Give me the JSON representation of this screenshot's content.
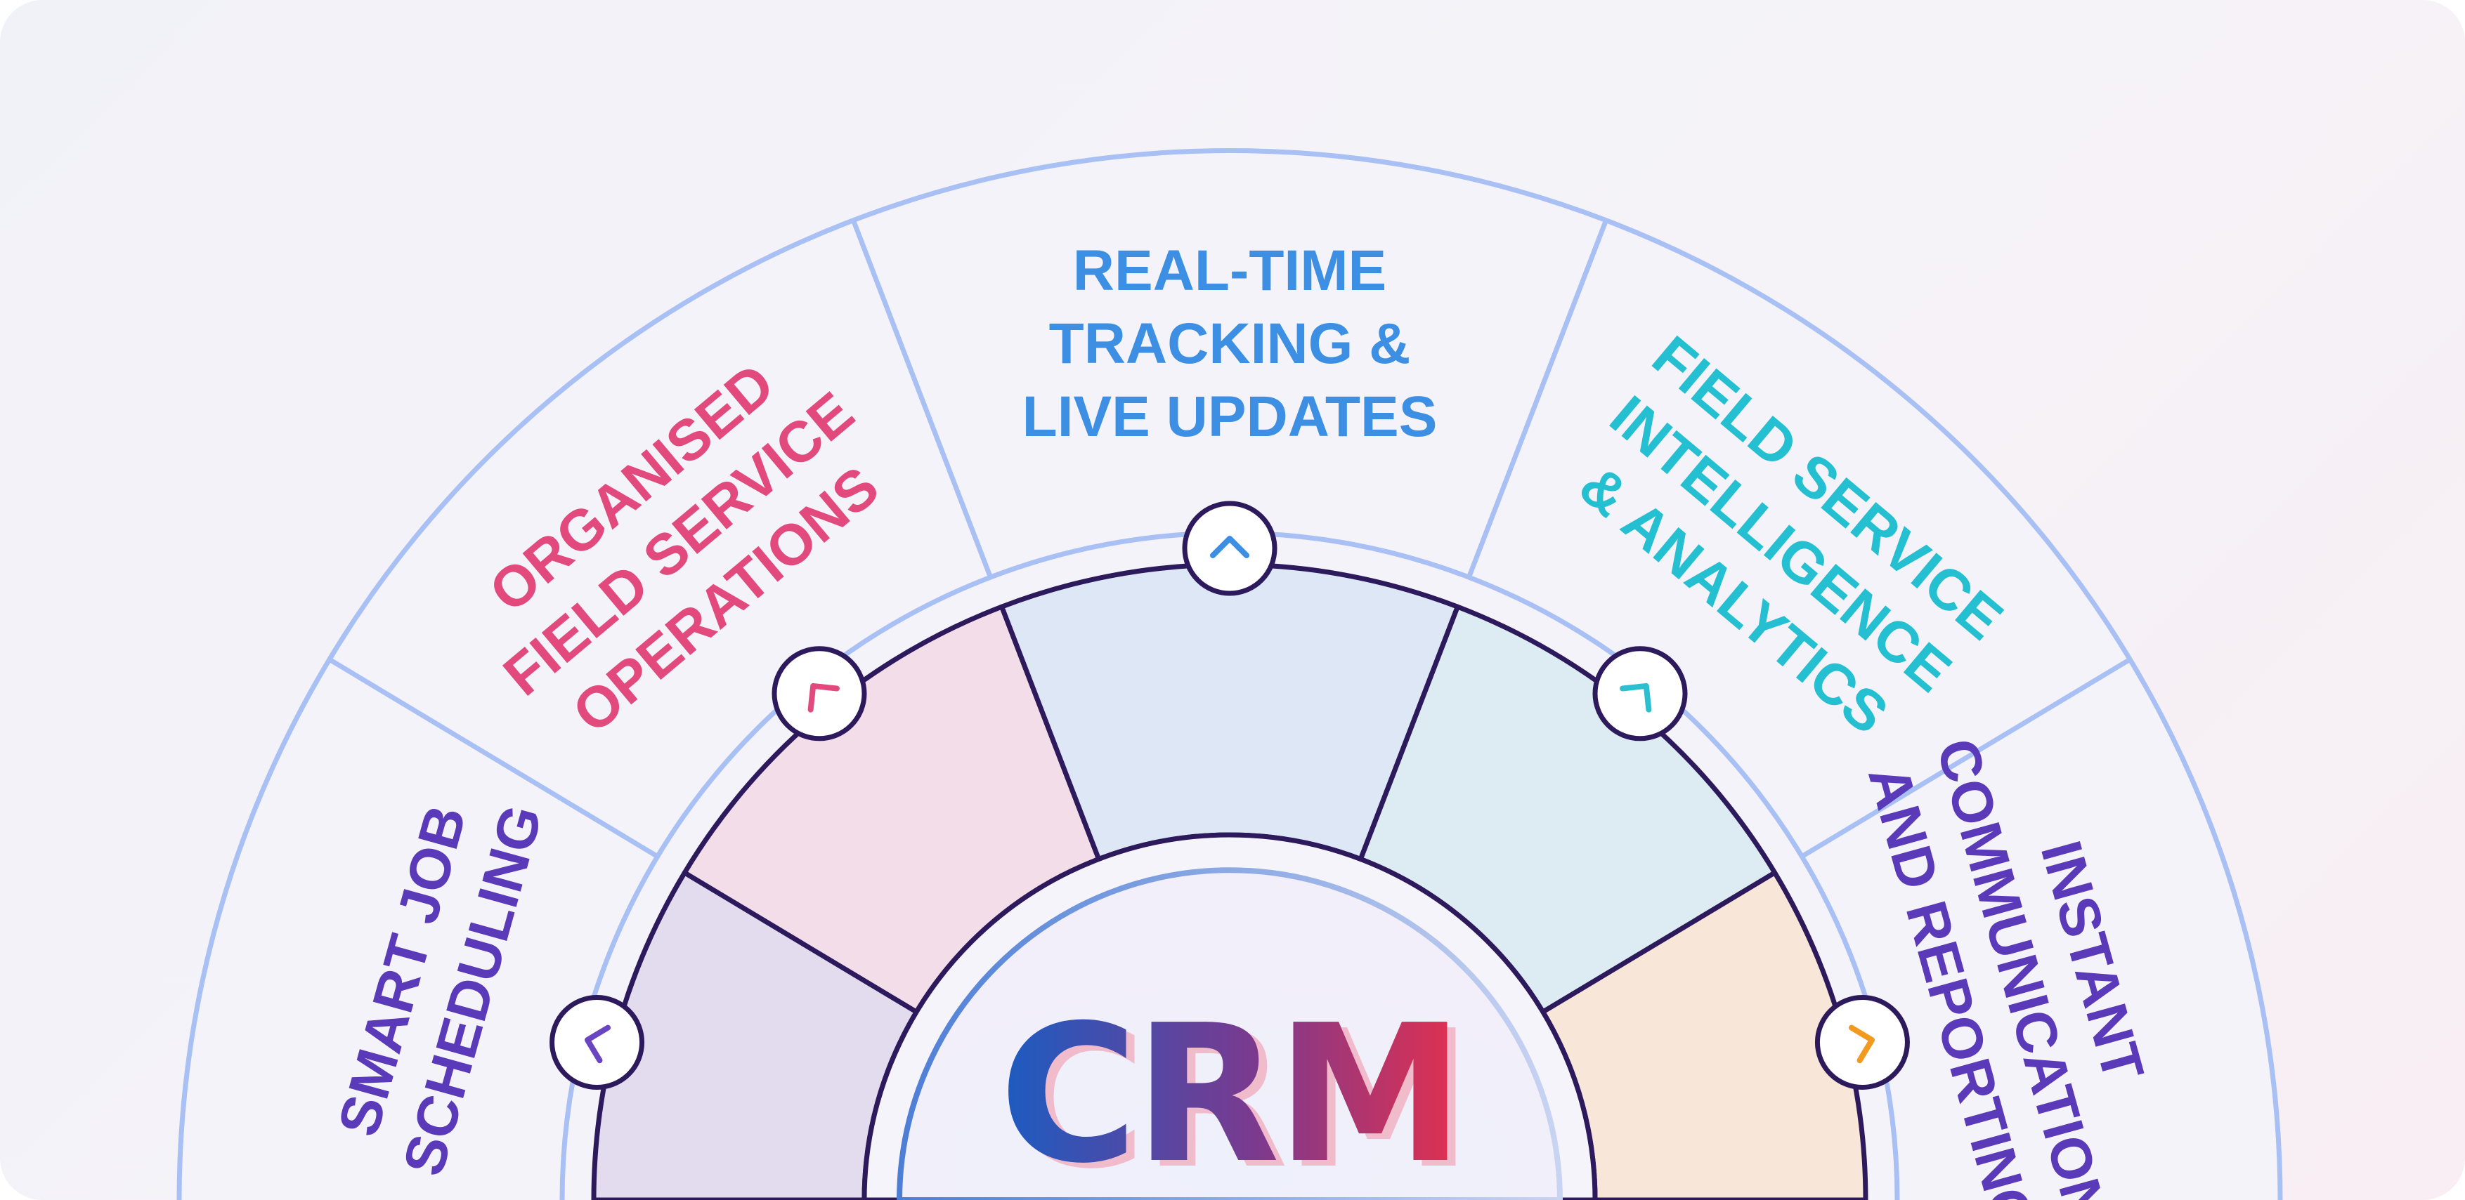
{
  "diagram": {
    "center": {
      "label": "CRM"
    },
    "segments": [
      {
        "lines": [
          "SMART JOB",
          "SCHEDULING"
        ],
        "text_color": "#5a3ab8",
        "fill": "#e3dcef",
        "icon": "chevron-icon",
        "icon_color": "#6a45c2"
      },
      {
        "lines": [
          "ORGANISED",
          "FIELD SERVICE",
          "OPERATIONS"
        ],
        "text_color": "#e24a7d",
        "fill": "#f2dde8",
        "icon": "chevron-icon",
        "icon_color": "#e24a7d"
      },
      {
        "lines": [
          "REAL-TIME",
          "TRACKING &",
          "LIVE UPDATES"
        ],
        "text_color": "#3c8fe3",
        "fill": "#dde7f5",
        "icon": "chevron-icon",
        "icon_color": "#3c8fe3"
      },
      {
        "lines": [
          "FIELD SERVICE",
          "INTELLIGENCE",
          "& ANALYTICS"
        ],
        "text_color": "#24bfd0",
        "fill": "#ddecf2",
        "icon": "chevron-icon",
        "icon_color": "#2bbfd1"
      },
      {
        "lines": [
          "INSTANT",
          "COMMUNICATION",
          "AND REPORTING"
        ],
        "text_color": "#5a3ab8",
        "fill": "#f8e7d8",
        "icon": "chevron-icon",
        "icon_color": "#f29a1e"
      }
    ],
    "colors": {
      "outer_ring": "#a9c0f5",
      "inner_outline": "#2d1a5c",
      "crm_gradient": [
        "#1b5cc2",
        "#7a3a8f",
        "#e2304f"
      ]
    }
  }
}
